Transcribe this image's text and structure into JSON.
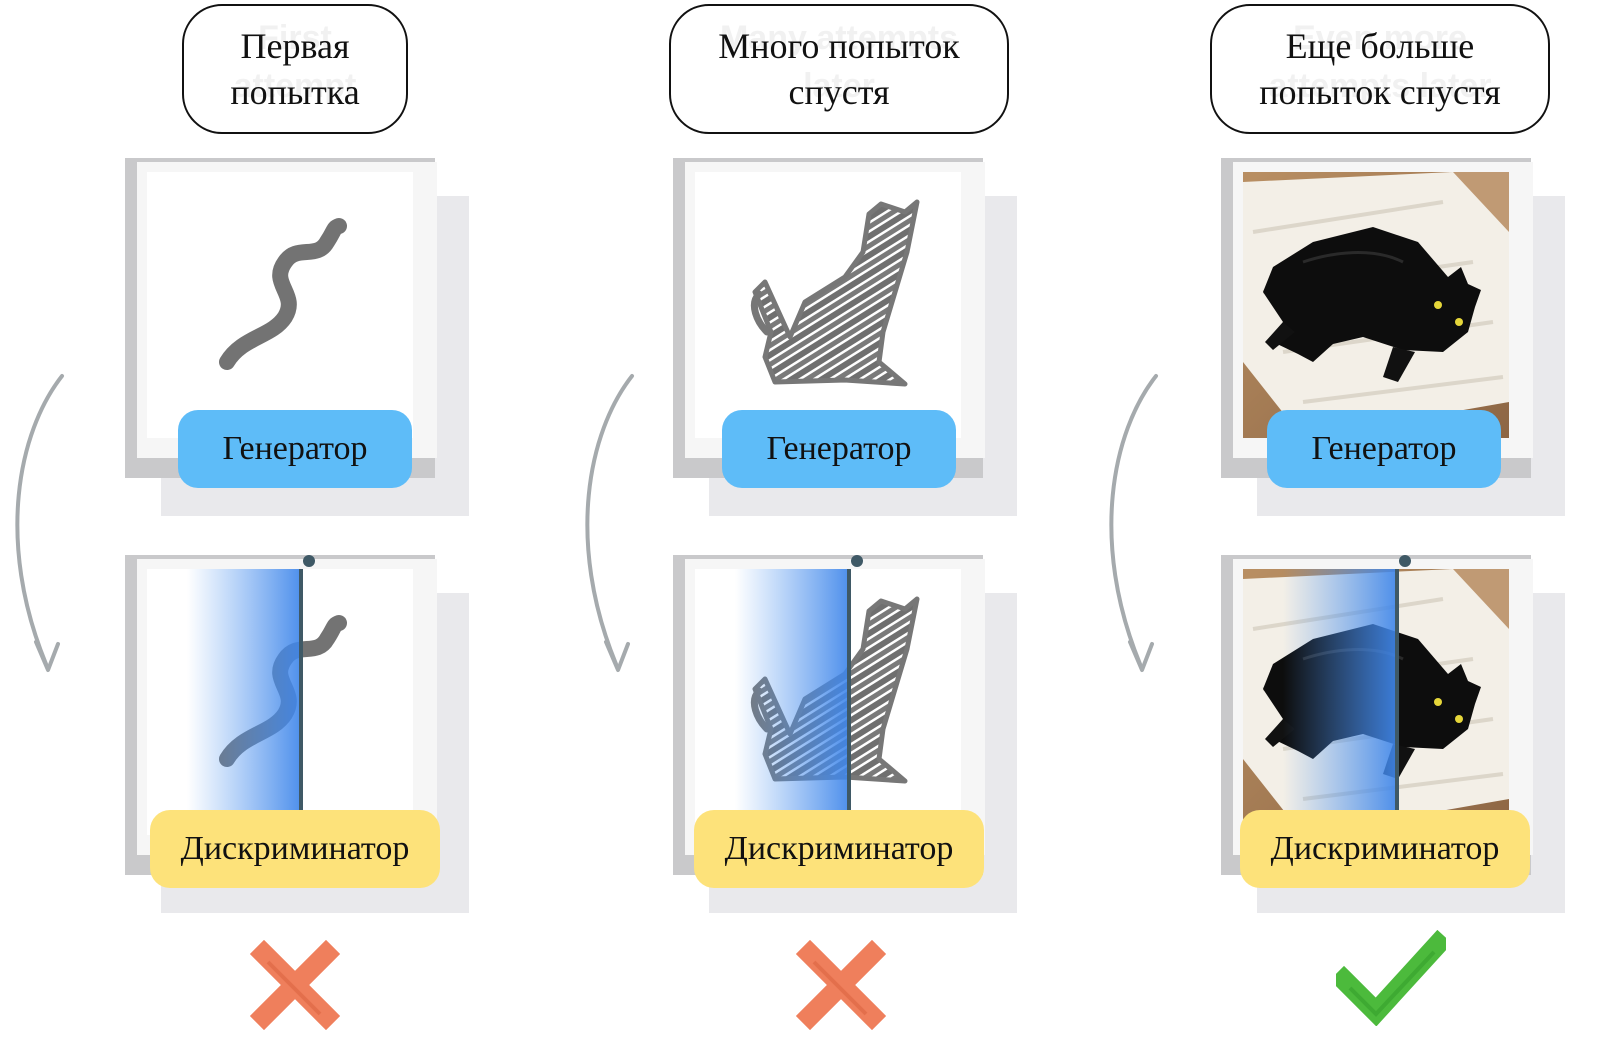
{
  "columns": [
    {
      "title_lines": [
        "Первая",
        "попытка"
      ],
      "ghost_text": [
        "First",
        "attempt"
      ],
      "generator_label": "Генератор",
      "discriminator_label": "Дискриминатор",
      "result_icon": "cross-icon",
      "result": "rejected"
    },
    {
      "title_lines": [
        "Много попыток",
        "спустя"
      ],
      "ghost_text": [
        "Many attempts",
        "later"
      ],
      "generator_label": "Генератор",
      "discriminator_label": "Дискриминатор",
      "result_icon": "cross-icon",
      "result": "rejected"
    },
    {
      "title_lines": [
        "Еще больше",
        "попыток спустя"
      ],
      "ghost_text": [
        "Even more",
        "attempts later"
      ],
      "generator_label": "Генератор",
      "discriminator_label": "Дискриминатор",
      "result_icon": "check-icon",
      "result": "accepted"
    }
  ],
  "colors": {
    "generator": "#5ebcf8",
    "discriminator": "#fde27a",
    "cross": "#ef7f5c",
    "check": "#4cba3c",
    "arrow": "#a5aaad",
    "scan": "#3f86ea"
  }
}
